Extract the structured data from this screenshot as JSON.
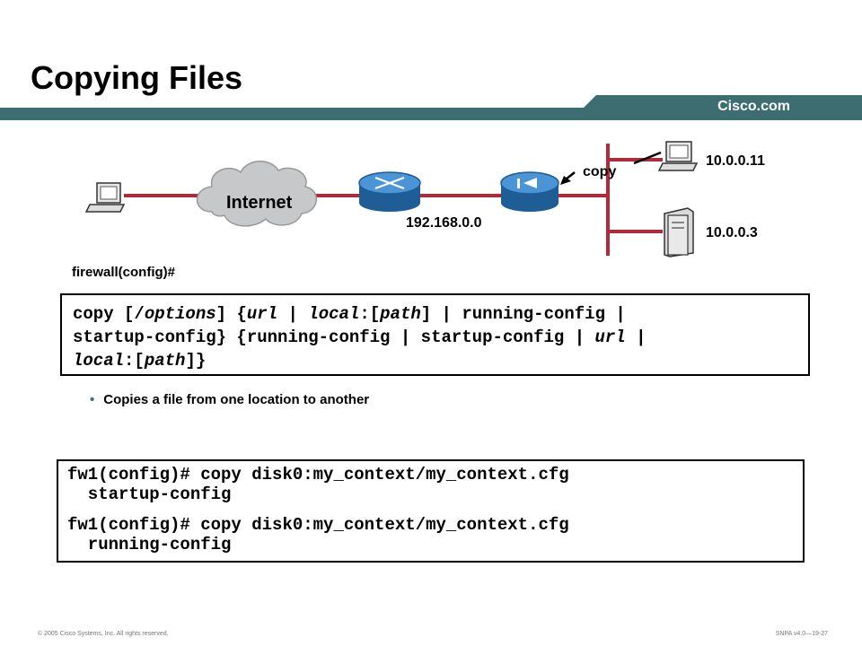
{
  "slide": {
    "title": "Copying Files",
    "brand": "Cisco.com",
    "colors": {
      "band": "#3c6e71",
      "link": "#b22a3a",
      "cloud": "#c7c8ca",
      "router": "#2f74b5"
    }
  },
  "diagram": {
    "cloud_label": "Internet",
    "network_label": "192.168.0.0",
    "copy_label": "copy",
    "host1_ip": "10.0.0.11",
    "host2_ip": "10.0.0.3",
    "icons": [
      "pc-icon",
      "cloud-icon",
      "router-icon",
      "firewall-icon",
      "workstation-icon",
      "server-icon"
    ]
  },
  "syntax": {
    "prompt": "firewall(config)#",
    "line1_a": "copy [/",
    "line1_b": "options",
    "line1_c": "] {",
    "line1_d": "url",
    "line1_e": " | ",
    "line1_f": "local",
    "line1_g": ":[",
    "line1_h": "path",
    "line1_i": "] | running-config |",
    "line2_a": "startup-config} {running-config | startup-config | ",
    "line2_b": "url",
    "line2_c": " |",
    "line3_a": "local",
    "line3_b": ":[",
    "line3_c": "path",
    "line3_d": "]}"
  },
  "bullets": [
    "Copies a file from one location to another"
  ],
  "example": {
    "line1": "fw1(config)# copy disk0:my_context/my_context.cfg",
    "line1_cont": "  startup-config",
    "line2": "fw1(config)# copy disk0:my_context/my_context.cfg",
    "line2_cont": "  running-config"
  },
  "footer": {
    "copyright": "© 2005 Cisco Systems, Inc. All rights reserved.",
    "page": "SNPA v4.0—19-27"
  }
}
